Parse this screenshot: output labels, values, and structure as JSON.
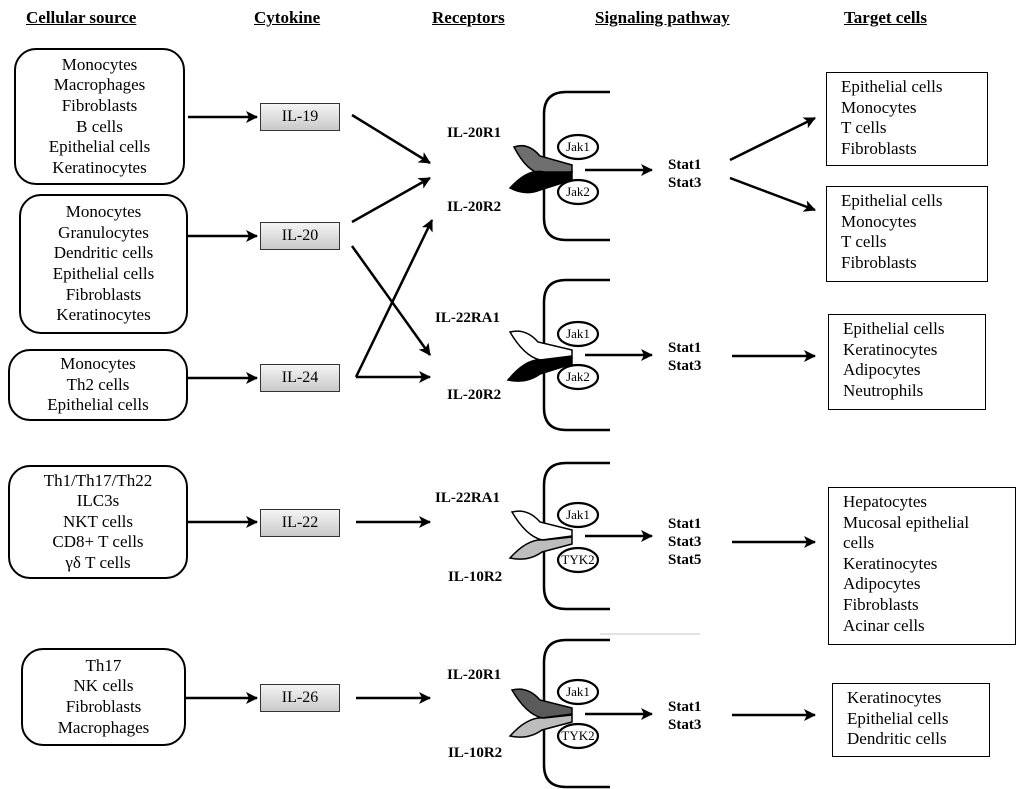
{
  "headers": {
    "cellular_source": "Cellular source",
    "cytokine": "Cytokine",
    "receptors": "Receptors",
    "signaling_pathway": "Signaling pathway",
    "target_cells": "Target cells"
  },
  "sources": [
    [
      "Monocytes",
      "Macrophages",
      "Fibroblasts",
      "B cells",
      "Epithelial cells",
      "Keratinocytes"
    ],
    [
      "Monocytes",
      "Granulocytes",
      "Dendritic cells",
      "Epithelial cells",
      "Fibroblasts",
      "Keratinocytes"
    ],
    [
      "Monocytes",
      "Th2 cells",
      "Epithelial cells"
    ],
    [
      "Th1/Th17/Th22",
      "ILC3s",
      "NKT cells",
      "CD8+ T cells",
      "γδ T cells"
    ],
    [
      "Th17",
      "NK cells",
      "Fibroblasts",
      "Macrophages"
    ]
  ],
  "cytokines": [
    "IL-19",
    "IL-20",
    "IL-24",
    "IL-22",
    "IL-26"
  ],
  "receptor_groups": [
    {
      "top": "IL-20R1",
      "bottom": "IL-20R2",
      "kinase1": "Jak1",
      "kinase2": "Jak2",
      "stats": [
        "Stat1",
        "Stat3"
      ]
    },
    {
      "top": "IL-22RA1",
      "bottom": "IL-20R2",
      "kinase1": "Jak1",
      "kinase2": "Jak2",
      "stats": [
        "Stat1",
        "Stat3"
      ]
    },
    {
      "top": "IL-22RA1",
      "bottom": "IL-10R2",
      "kinase1": "Jak1",
      "kinase2": "TYK2",
      "stats": [
        "Stat1",
        "Stat3",
        "Stat5"
      ]
    },
    {
      "top": "IL-20R1",
      "bottom": "IL-10R2",
      "kinase1": "Jak1",
      "kinase2": "TYK2",
      "stats": [
        "Stat1",
        "Stat3"
      ]
    }
  ],
  "targets": [
    [
      "Epithelial cells",
      "Monocytes",
      "T cells",
      "Fibroblasts"
    ],
    [
      "Epithelial cells",
      "Monocytes",
      "T cells",
      "Fibroblasts"
    ],
    [
      "Epithelial cells",
      "Keratinocytes",
      "Adipocytes",
      "Neutrophils"
    ],
    [
      "Hepatocytes",
      "Mucosal epithelial",
      "cells",
      "Keratinocytes",
      "Adipocytes",
      "Fibroblasts",
      "Acinar cells"
    ],
    [
      "Keratinocytes",
      "Epithelial cells",
      "Dendritic cells"
    ]
  ],
  "colors": {
    "receptor_chain_dark": "#000000",
    "receptor_chain_gray": "#6e6e6e",
    "receptor_chain_light": "#ffffff",
    "cytokine_box": "#dcdcdc"
  }
}
